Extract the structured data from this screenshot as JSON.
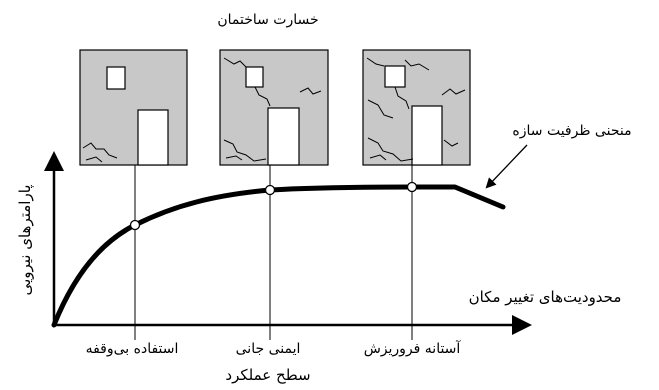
{
  "title": "خسارت ساختمان",
  "curve_label": "منحنی ظرفیت سازه",
  "y_axis_label": "پارامترهای نیرویی",
  "x_axis_label": "محدودیت‌های تغییر مکان",
  "x_axis_caption": "سطح عملکرد",
  "performance_levels": [
    {
      "label": "استفاده بی‌وقفه"
    },
    {
      "label": "ایمنی جانی"
    },
    {
      "label": "آستانه فروریزش"
    }
  ],
  "colors": {
    "panel_fill": "#c8c8c8",
    "line": "#000000",
    "background": "#ffffff"
  }
}
